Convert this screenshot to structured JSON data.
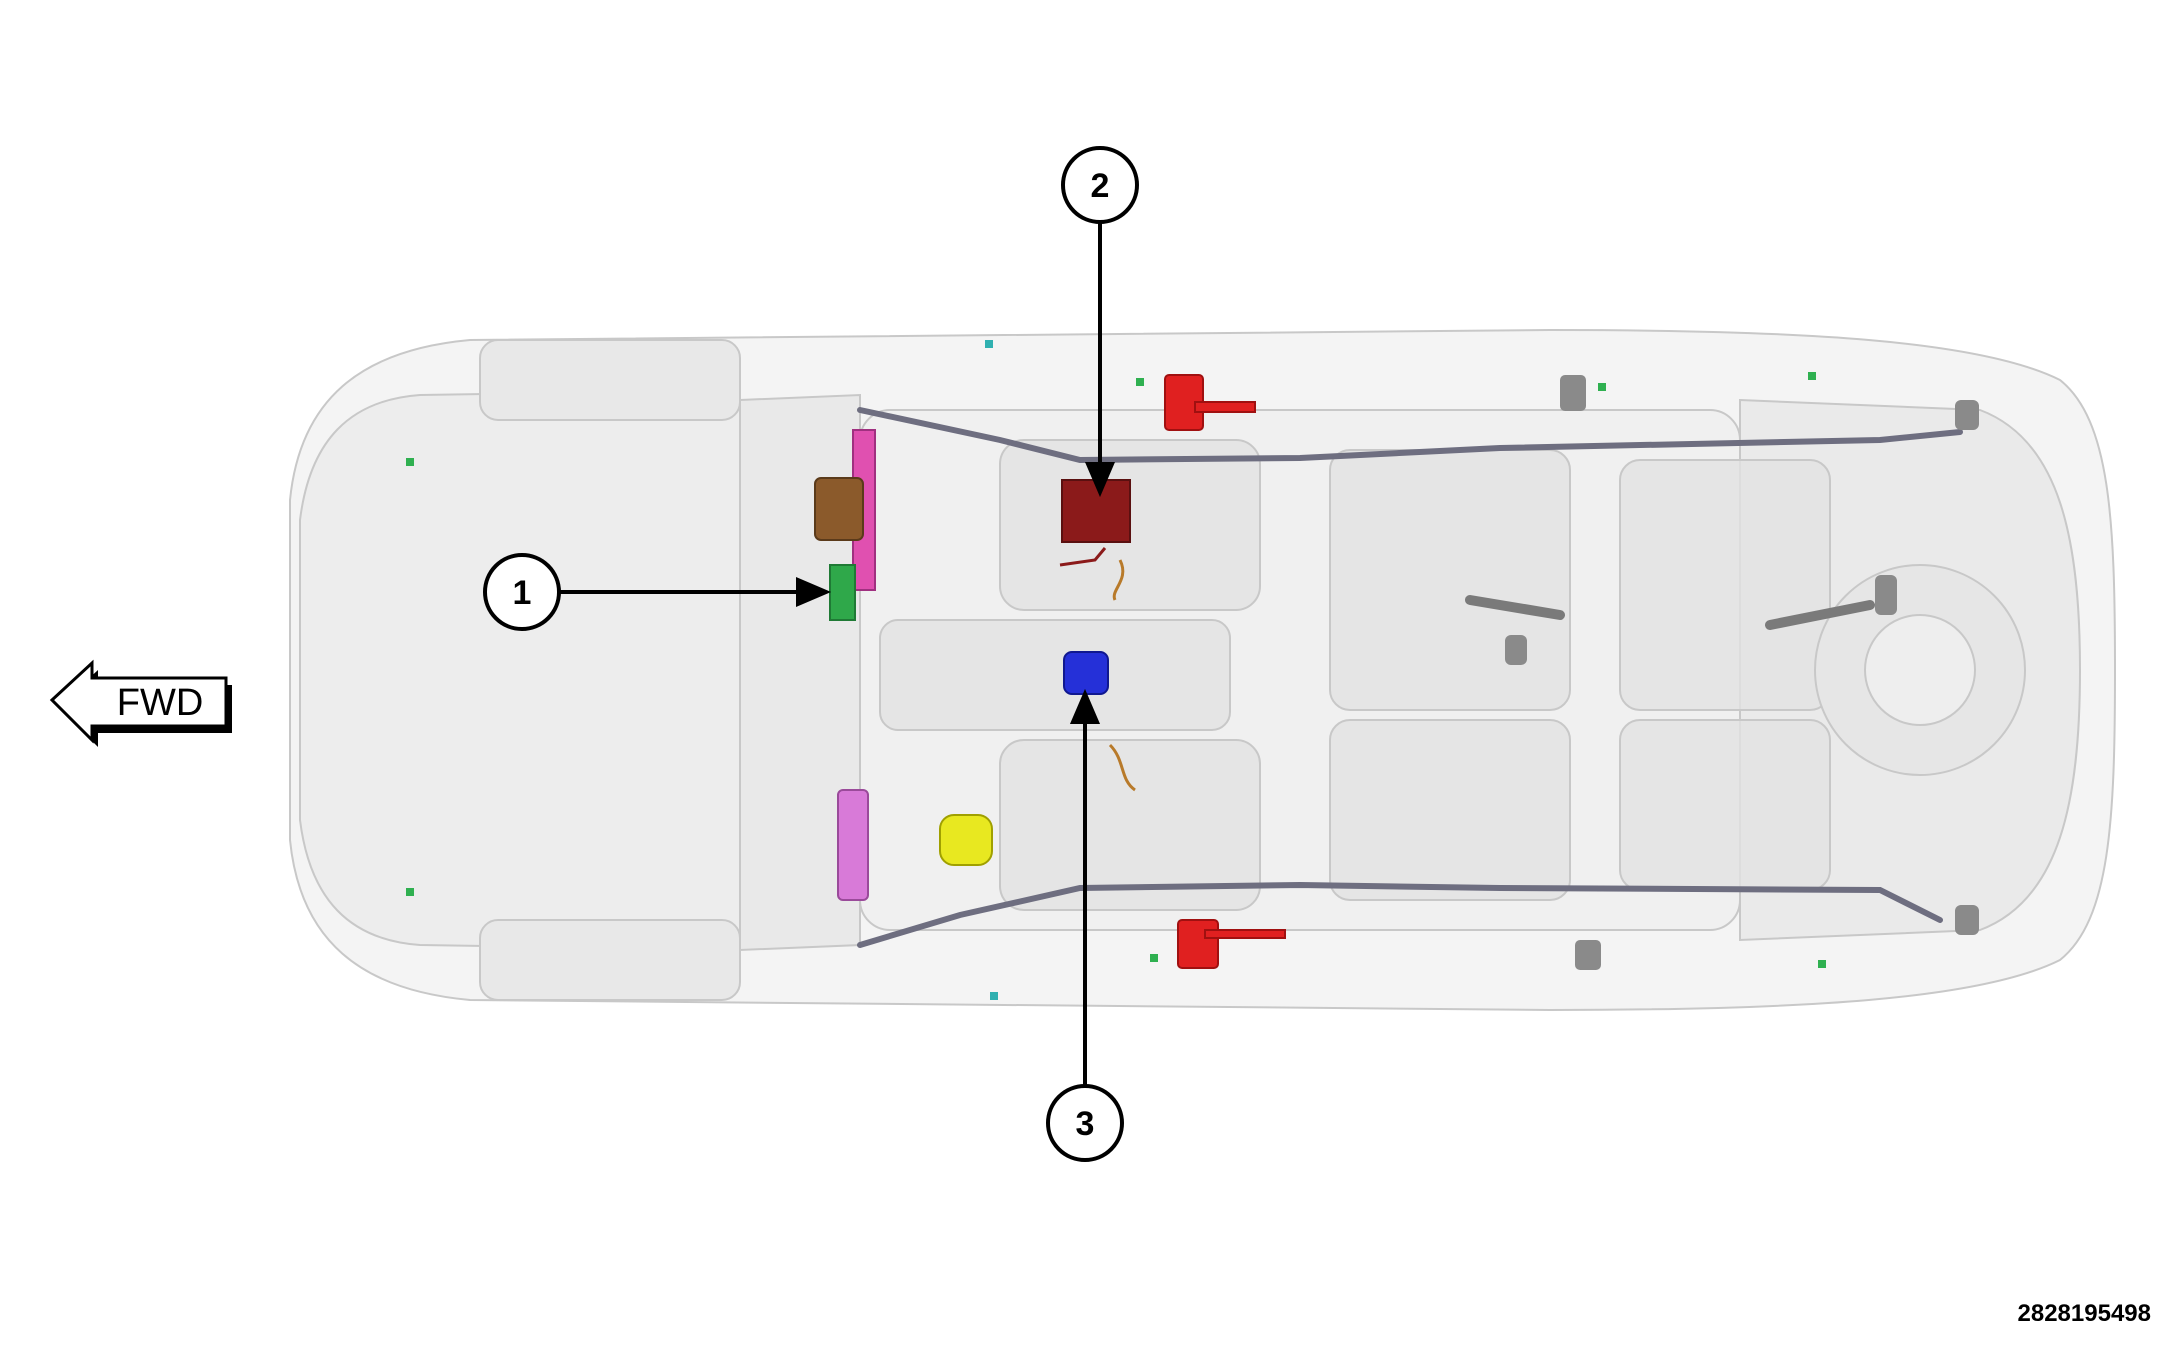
{
  "callouts": [
    {
      "number": "1"
    },
    {
      "number": "2"
    },
    {
      "number": "3"
    }
  ],
  "direction_label": "FWD",
  "figure_id": "2828195498",
  "colors": {
    "body_outline": "#c8c8c8",
    "callout_stroke": "#000000",
    "component_1_pink": "#e050b0",
    "component_1_brown": "#8b5a2b",
    "component_1_green": "#2fa84a",
    "component_2_red": "#8b1a1a",
    "component_3_blue": "#2530d8",
    "yellow_part": "#e8e820",
    "violet_part": "#d87ad8",
    "red_parts": "#e02020",
    "harness_gray": "#6e6e80"
  }
}
